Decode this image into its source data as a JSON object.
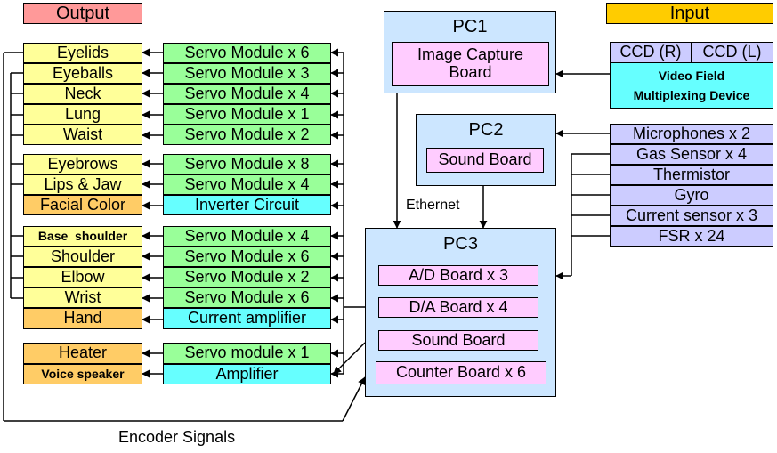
{
  "headers": {
    "output": "Output",
    "input": "Input"
  },
  "output_group1": [
    "Eyelids",
    "Eyeballs",
    "Neck",
    "Lung",
    "Waist"
  ],
  "servo_group1": [
    "Servo Module x 6",
    "Servo Module x 3",
    "Servo Module x 4",
    "Servo Module x 1",
    "Servo Module x 2"
  ],
  "output_group2": [
    "Eyebrows",
    "Lips & Jaw",
    "Facial Color"
  ],
  "servo_group2": [
    "Servo Module x 8",
    "Servo Module x 4",
    "Inverter Circuit"
  ],
  "output_group3": [
    "Base  shoulder",
    "Shoulder",
    "Elbow",
    "Wrist",
    "Hand"
  ],
  "servo_group3": [
    "Servo Module x 4",
    "Servo Module x 6",
    "Servo Module x 2",
    "Servo Module x 6",
    "Current amplifier"
  ],
  "output_group4": [
    "Heater",
    "Voice speaker"
  ],
  "servo_group4": [
    "Servo module x 1",
    "Amplifier"
  ],
  "pc1": {
    "title": "PC1",
    "board_line1": "Image Capture",
    "board_line2": "Board"
  },
  "pc2": {
    "title": "PC2",
    "board": "Sound Board"
  },
  "pc3": {
    "title": "PC3",
    "boards": [
      "A/D Board x 3",
      "D/A Board x 4",
      "Sound Board",
      "Counter Board x 6"
    ]
  },
  "ccd": {
    "right": "CCD (R)",
    "left": "CCD (L)",
    "device_line1": "Video Field",
    "device_line2": "Multiplexing Device"
  },
  "sensors": [
    "Microphones x 2",
    "Gas Sensor x 4",
    "Thermistor",
    "Gyro",
    "Current sensor x 3",
    "FSR x 24"
  ],
  "labels": {
    "ethernet": "Ethernet",
    "encoder": "Encoder Signals"
  },
  "colors": {
    "output_header": "#ff9999",
    "input_header": "#ffcc00",
    "output": "#ffff99",
    "output_alt": "#ffcc66",
    "servo": "#99ff99",
    "driver": "#66ffff",
    "pc": "#cce6ff",
    "board": "#ffccff",
    "sensor": "#ccccff"
  }
}
